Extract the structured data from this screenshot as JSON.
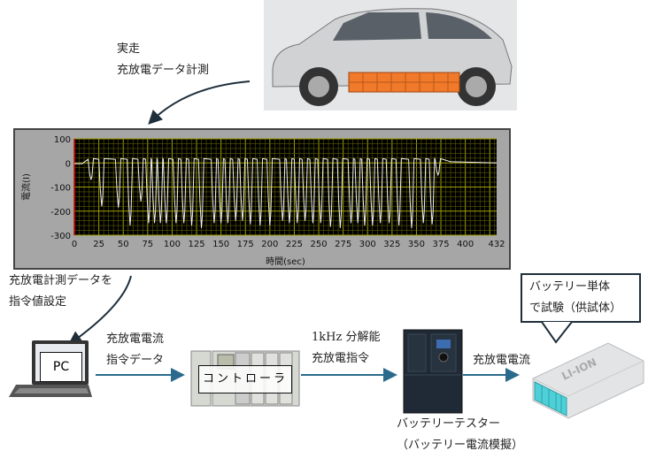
{
  "labels": {
    "field_data": [
      "実走",
      "充放電データ計測"
    ],
    "set_command": [
      "充放電計測データを",
      "指令値設定"
    ],
    "pc": "PC",
    "current_command": [
      "充放電電流",
      "指令データ"
    ],
    "controller": "コントローラ",
    "khz_command": [
      "1kHz 分解能",
      "充放電指令"
    ],
    "tester": [
      "バッテリーテスター",
      "（バッテリー電流模擬）"
    ],
    "charge_current": "充放電電流",
    "callout": [
      "バッテリー単体",
      "で試験（供試体）"
    ],
    "battery_brand": "LI-ION"
  },
  "colors": {
    "arrow": "#2a6a8c",
    "plot_bg": "#000000",
    "grid": "#8a8a00",
    "trace": "#f0f0f0",
    "battery_pack": "#f07a2a",
    "tester_body": "#1f2a36"
  },
  "chart_data": {
    "type": "line",
    "xlabel": "時間(sec)",
    "ylabel": "電流(I)",
    "xlim": [
      0,
      432
    ],
    "ylim": [
      -300,
      100
    ],
    "xticks": [
      "0",
      "25",
      "50",
      "75",
      "100",
      "125",
      "150",
      "175",
      "200",
      "225",
      "250",
      "275",
      "300",
      "325",
      "350",
      "375",
      "400",
      "432"
    ],
    "yticks": [
      "100",
      "0",
      "-100",
      "-200",
      "-300"
    ],
    "pulse_minima": [
      [
        17,
        -70
      ],
      [
        28,
        -180
      ],
      [
        45,
        -185
      ],
      [
        57,
        -260
      ],
      [
        68,
        -160
      ],
      [
        76,
        -250
      ],
      [
        82,
        -250
      ],
      [
        88,
        -250
      ],
      [
        94,
        -250
      ],
      [
        104,
        -250
      ],
      [
        112,
        -250
      ],
      [
        120,
        -260
      ],
      [
        130,
        -270
      ],
      [
        143,
        -250
      ],
      [
        150,
        -250
      ],
      [
        157,
        -250
      ],
      [
        165,
        -240
      ],
      [
        172,
        -240
      ],
      [
        180,
        -255
      ],
      [
        190,
        -260
      ],
      [
        200,
        -260
      ],
      [
        213,
        -240
      ],
      [
        220,
        -250
      ],
      [
        228,
        -250
      ],
      [
        236,
        -240
      ],
      [
        244,
        -250
      ],
      [
        252,
        -250
      ],
      [
        262,
        -265
      ],
      [
        272,
        -270
      ],
      [
        283,
        -250
      ],
      [
        290,
        -250
      ],
      [
        297,
        -260
      ],
      [
        305,
        -260
      ],
      [
        313,
        -250
      ],
      [
        322,
        -250
      ],
      [
        332,
        -260
      ],
      [
        345,
        -270
      ],
      [
        357,
        -250
      ],
      [
        366,
        -255
      ],
      [
        372,
        -50
      ]
    ]
  }
}
